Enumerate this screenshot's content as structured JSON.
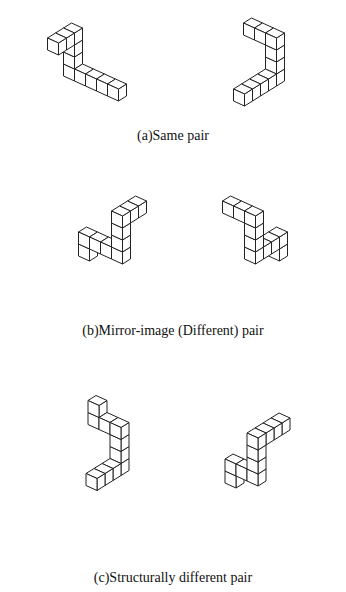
{
  "diagram": {
    "labels": [
      "(a)Same pair",
      "(b)Mirror-image (Different) pair",
      "(c)Structurally different pair"
    ]
  }
}
